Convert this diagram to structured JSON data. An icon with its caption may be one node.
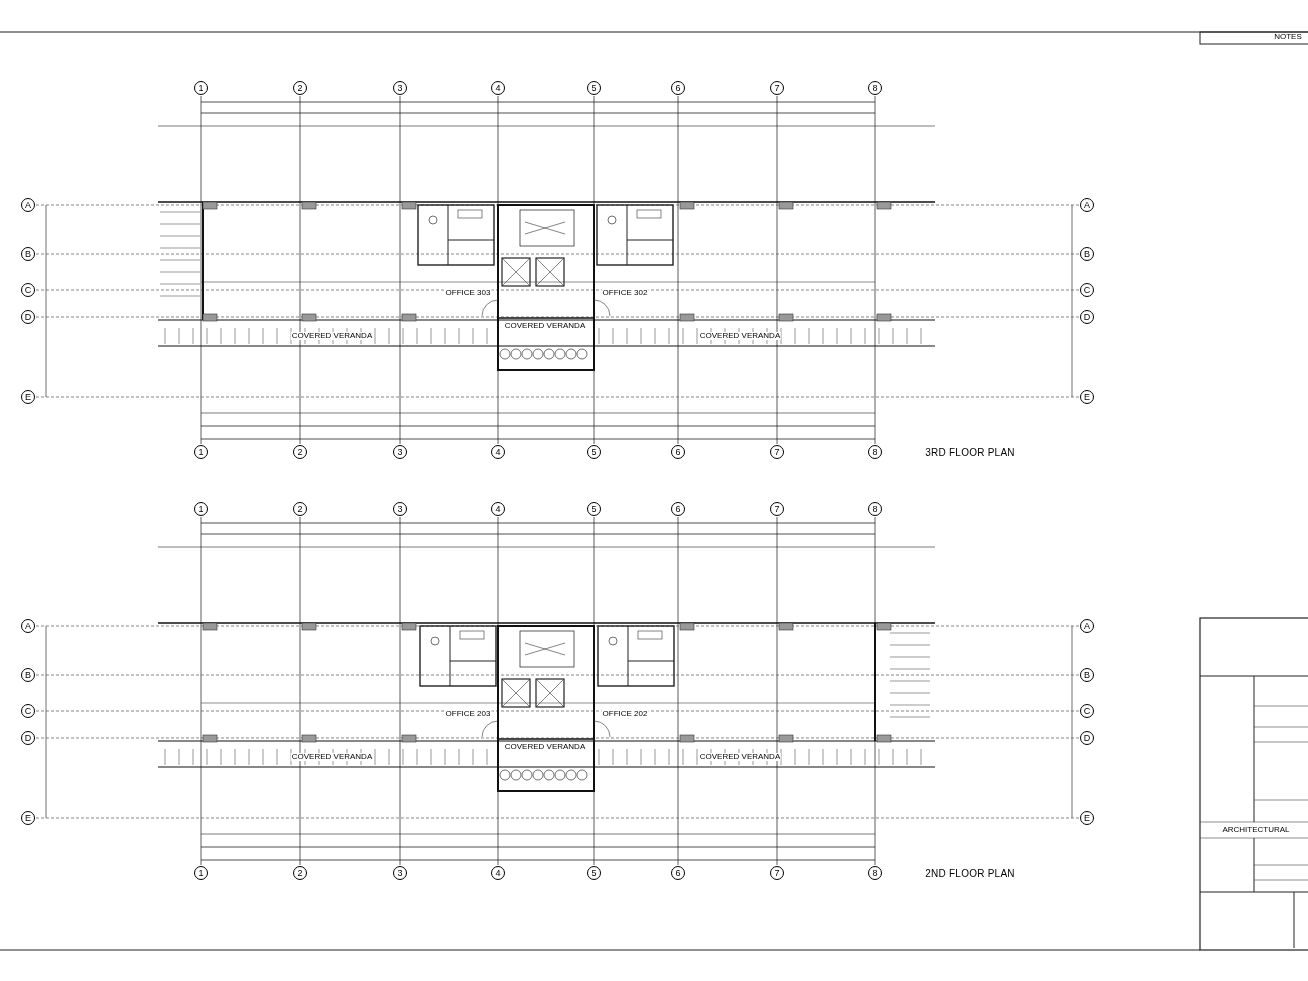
{
  "diagram": {
    "labels": [
      "1",
      "2",
      "3",
      "4",
      "5",
      "6",
      "7",
      "8",
      "A",
      "B",
      "C",
      "D",
      "E",
      "A",
      "B",
      "C",
      "D",
      "E",
      "OFFICE 303",
      "OFFICE 302",
      "COVERED VERANDA",
      "COVERED VERANDA",
      "COVERED VERANDA",
      "1",
      "2",
      "3",
      "4",
      "5",
      "6",
      "7",
      "8",
      "3RD FLOOR PLAN",
      "1",
      "2",
      "3",
      "4",
      "5",
      "6",
      "7",
      "8",
      "A",
      "B",
      "C",
      "D",
      "E",
      "A",
      "B",
      "C",
      "D",
      "E",
      "OFFICE 203",
      "OFFICE 202",
      "COVERED VERANDA",
      "COVERED VERANDA",
      "COVERED VERANDA",
      "1",
      "2",
      "3",
      "4",
      "5",
      "6",
      "7",
      "8",
      "2ND FLOOR PLAN",
      "NOTES",
      "ARCHITECTURAL"
    ]
  }
}
